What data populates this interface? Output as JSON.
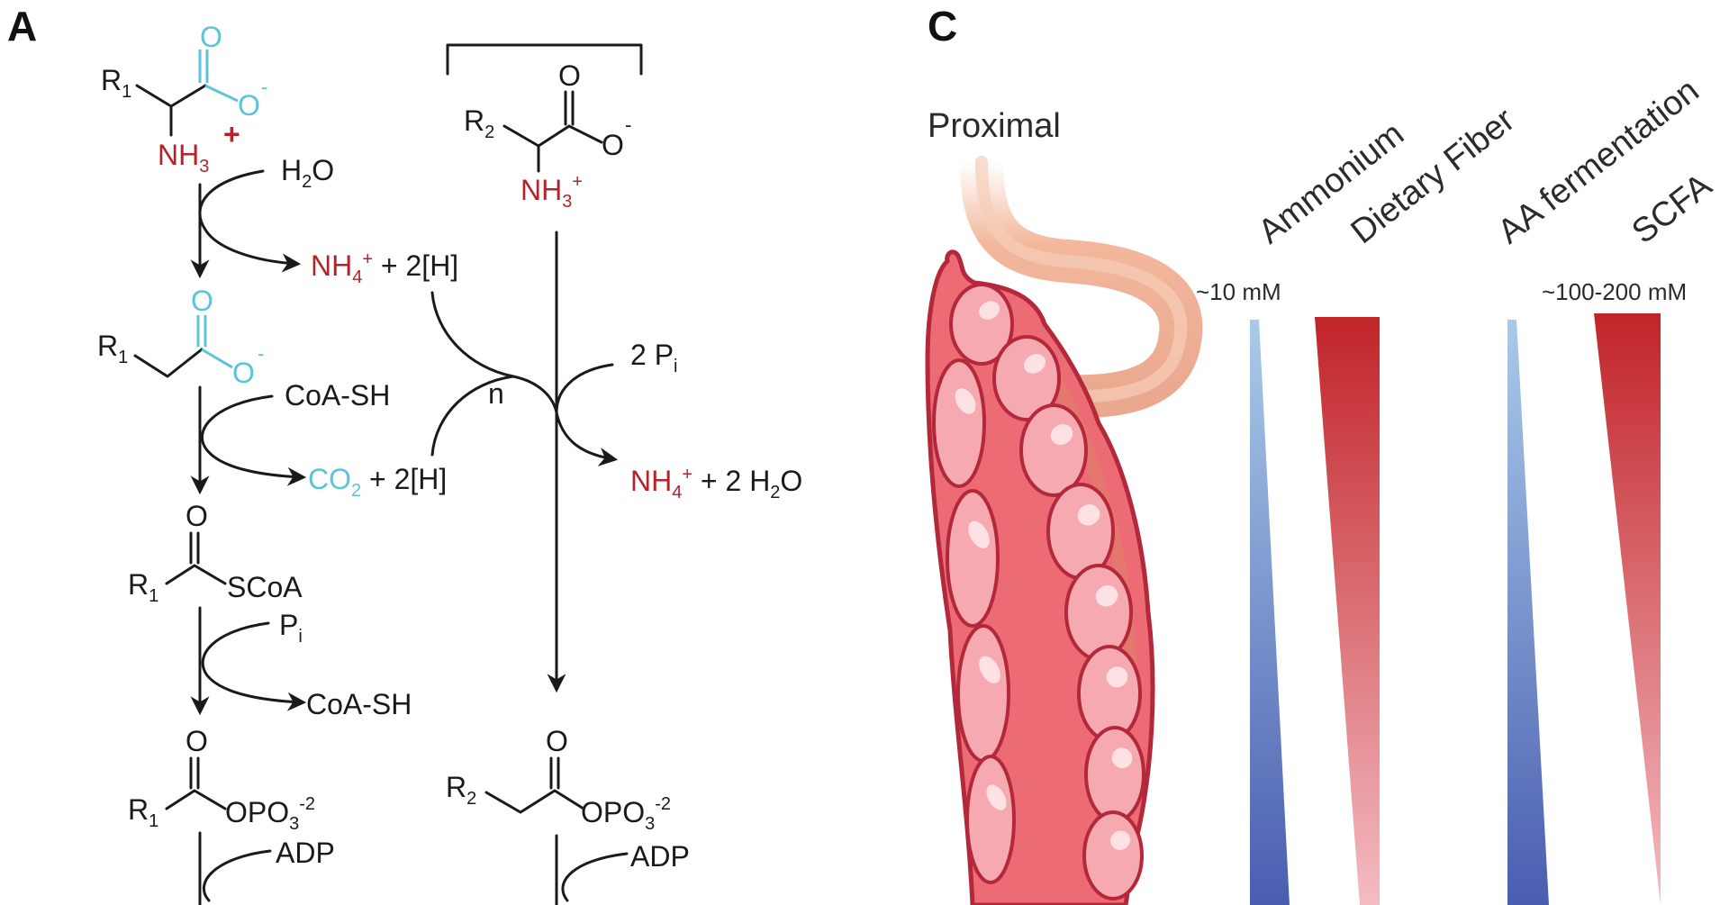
{
  "panels": {
    "a": "A",
    "c": "C"
  },
  "pathway_left": {
    "amino_acid": {
      "r": "R",
      "r_sub": "1",
      "o": "O",
      "o_minus": "-",
      "o2": "O",
      "nh3": "NH",
      "nh3_sub": "3",
      "plus": "+"
    },
    "step1": {
      "in": "H",
      "in_sub": "2",
      "in_tail": "O",
      "out_nh": "NH",
      "out_sub": "4",
      "out_sup": "+",
      "out_tail": " + 2[H]"
    },
    "acid": {
      "r": "R",
      "r_sub": "1",
      "o": "O",
      "o2": "O",
      "minus": "-"
    },
    "step2": {
      "in": "CoA-SH",
      "out_co": "CO",
      "out_sub": "2",
      "out_tail": " + 2[H]"
    },
    "thioester": {
      "o": "O",
      "r": "R",
      "r_sub": "1",
      "scoa": "SCoA"
    },
    "step3": {
      "in": "P",
      "in_sub": "i",
      "out": "CoA-SH"
    },
    "acylphosphate": {
      "o": "O",
      "r": "R",
      "r_sub": "1",
      "group": "OPO",
      "group_sub": "3",
      "group_sup": "-2"
    },
    "step4": {
      "in": "ADP"
    }
  },
  "pathway_right": {
    "amino_acid": {
      "o": "O",
      "r": "R",
      "r_sub": "2",
      "o2": "O",
      "minus": "-",
      "nh3": "NH",
      "nh3_sub": "3",
      "plus": "+"
    },
    "reductant": {
      "in": "2 P",
      "in_sub": "i",
      "out_nh": "NH",
      "out_sub": "4",
      "out_sup": "+",
      "out_tail": " + 2 H",
      "out_sub2": "2",
      "out_tail2": "O"
    },
    "cycle_n": "n",
    "acylphosphate": {
      "o": "O",
      "r": "R",
      "r_sub": "2",
      "group": "OPO",
      "group_sub": "3",
      "group_sup": "-2"
    },
    "step_adp": {
      "in": "ADP"
    }
  },
  "panel_c": {
    "proximal": "Proximal",
    "headers": [
      "Ammonium",
      "Dietary Fiber",
      "AA fermentation",
      "SCFA"
    ],
    "conc_left": "~10 mM",
    "conc_right": "~100-200 mM"
  },
  "colors": {
    "red": "#b5232a",
    "cyan": "#5cc4d6",
    "blue_dark": "#4a5fb0",
    "blue_light": "#a7c8e8",
    "red_dark": "#c0262b",
    "red_light": "#f3b7bd",
    "gut_base": "#ec6b74",
    "gut_dark": "#b3283a",
    "gut_light": "#f6a9b0",
    "small_int": "#f0b8a0"
  }
}
